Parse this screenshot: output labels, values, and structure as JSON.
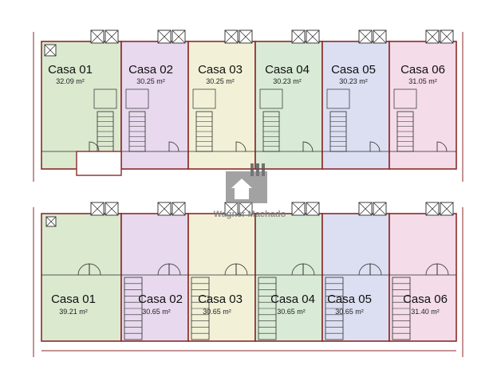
{
  "watermark": {
    "text": "Wagner Machado",
    "logo_icon": "house-logo-icon"
  },
  "colors": {
    "wall": "#8a2a2a",
    "line": "#2b2b2b",
    "unit_fills": [
      "#dbe9cf",
      "#e8d9ee",
      "#f2f1d8",
      "#d9ebd6",
      "#dcdff2",
      "#f4dce8"
    ]
  },
  "upper_floor": {
    "units": [
      {
        "name": "Casa 01",
        "area": "32.09 m²"
      },
      {
        "name": "Casa 02",
        "area": "30.25 m²"
      },
      {
        "name": "Casa 03",
        "area": "30.25 m²"
      },
      {
        "name": "Casa 04",
        "area": "30.23 m²"
      },
      {
        "name": "Casa 05",
        "area": "30.23 m²"
      },
      {
        "name": "Casa 06",
        "area": "31.05 m²"
      }
    ]
  },
  "lower_floor": {
    "units": [
      {
        "name": "Casa 01",
        "area": "39.21 m²"
      },
      {
        "name": "Casa 02",
        "area": "30.65 m²"
      },
      {
        "name": "Casa 03",
        "area": "30.65 m²"
      },
      {
        "name": "Casa 04",
        "area": "30.65 m²"
      },
      {
        "name": "Casa 05",
        "area": "30.65 m²"
      },
      {
        "name": "Casa 06",
        "area": "31.40 m²"
      }
    ]
  }
}
